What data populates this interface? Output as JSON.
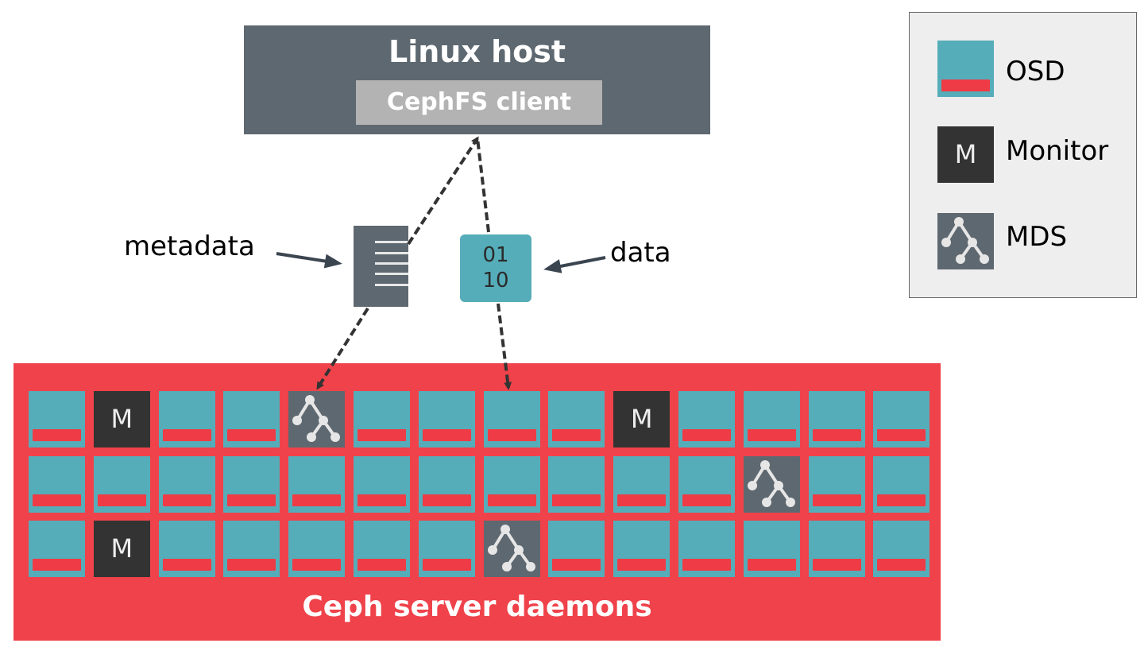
{
  "host": {
    "title": "Linux host",
    "client": "CephFS client"
  },
  "labels": {
    "metadata": "metadata",
    "data": "data",
    "data_block_line1": "01",
    "data_block_line2": "10"
  },
  "legend": {
    "items": [
      {
        "type": "osd",
        "label": "OSD"
      },
      {
        "type": "mon",
        "label": "Monitor",
        "glyph": "M"
      },
      {
        "type": "mds",
        "label": "MDS"
      }
    ]
  },
  "cluster": {
    "title": "Ceph server daemons",
    "monitor_glyph": "M",
    "rows": [
      [
        "osd",
        "mon",
        "osd",
        "osd",
        "mds",
        "osd",
        "osd",
        "osd",
        "osd",
        "mon",
        "osd",
        "osd",
        "osd",
        "osd"
      ],
      [
        "osd",
        "osd",
        "osd",
        "osd",
        "osd",
        "osd",
        "osd",
        "osd",
        "osd",
        "osd",
        "osd",
        "mds",
        "osd",
        "osd"
      ],
      [
        "osd",
        "mon",
        "osd",
        "osd",
        "osd",
        "osd",
        "osd",
        "mds",
        "osd",
        "osd",
        "osd",
        "osd",
        "osd",
        "osd"
      ]
    ]
  },
  "colors": {
    "host": "#5e6870",
    "client": "#b3b3b3",
    "cluster": "#ef424a",
    "osd": "#55adb9",
    "osd_bar": "#ef3b45",
    "monitor": "#333333",
    "mds": "#5e6870",
    "legend_bg": "#eeeeee",
    "arrow": "#333333"
  }
}
